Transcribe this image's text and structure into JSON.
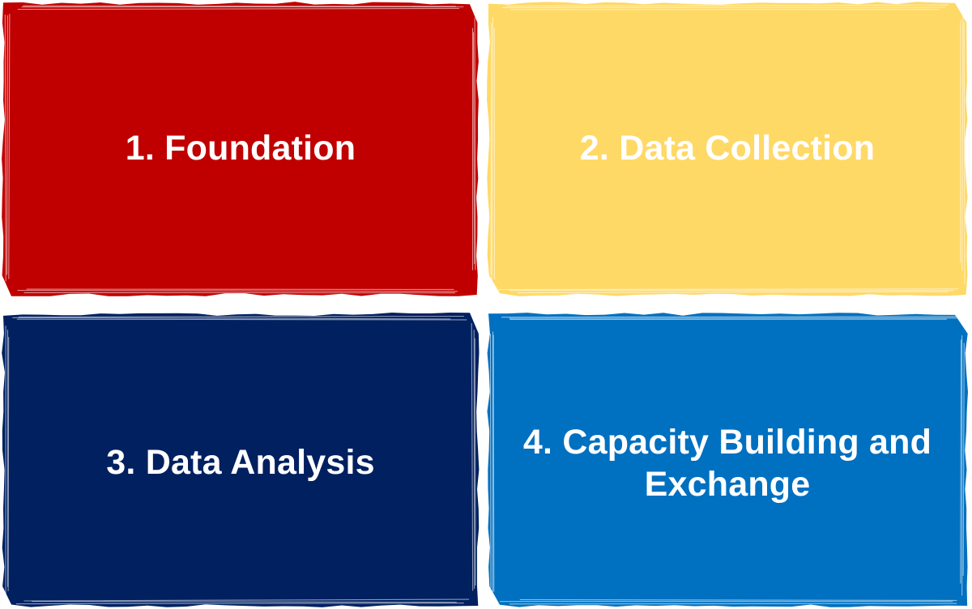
{
  "quadrants": [
    {
      "label": "1. Foundation",
      "color": "#C00000"
    },
    {
      "label": "2. Data Collection",
      "color": "#FFD966"
    },
    {
      "label": "3. Data Analysis",
      "color": "#002060"
    },
    {
      "label": "4. Capacity Building and Exchange",
      "color": "#0070C0"
    }
  ],
  "edge_color": "#ffffff"
}
